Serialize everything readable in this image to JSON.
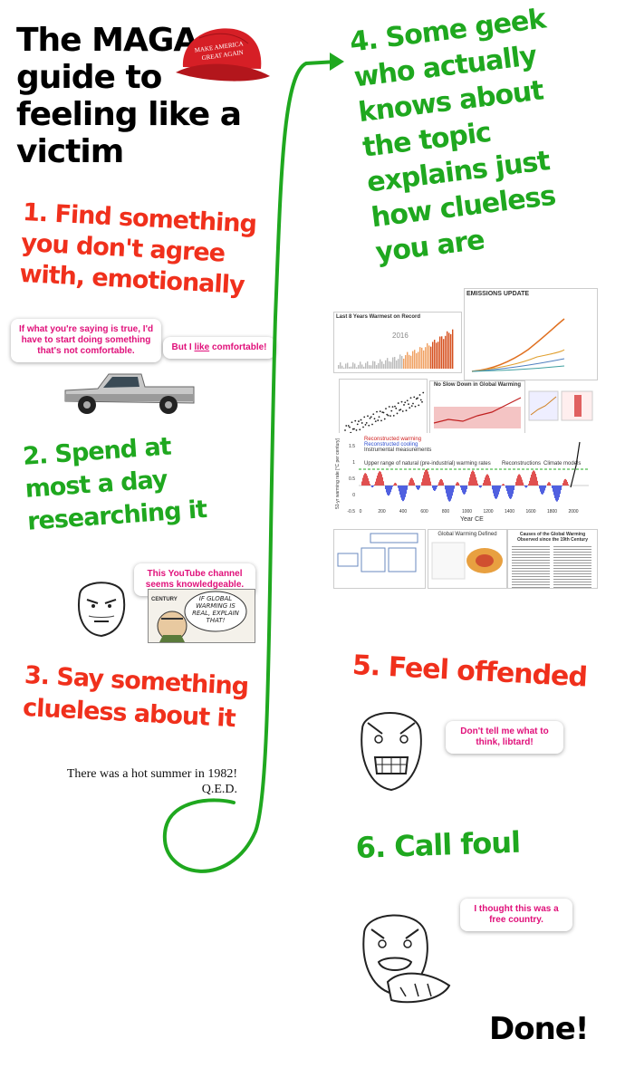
{
  "title": {
    "lines": [
      "The MAGA",
      "guide to",
      "feeling like a",
      "victim"
    ],
    "hat_text": [
      "MAKE AMERICA",
      "GREAT AGAIN"
    ]
  },
  "steps": {
    "s1": {
      "lines": [
        "1. Find something",
        "you don't agree",
        "with, emotionally"
      ]
    },
    "s2": {
      "lines": [
        "2. Spend at",
        "most a day",
        "researching it"
      ]
    },
    "s3": {
      "lines": [
        "3. Say something",
        "clueless about it"
      ]
    },
    "s4": {
      "lines": [
        "4. Some geek",
        "who actually",
        "knows about",
        "the topic",
        "explains just",
        "how clueless",
        "you are"
      ]
    },
    "s5": {
      "lines": [
        "5. Feel offended"
      ]
    },
    "s6": {
      "lines": [
        "6. Call foul"
      ]
    }
  },
  "bubbles": {
    "b1": "If what you're saying is true, I'd have to start doing something that's not comfortable.",
    "b2_pre": "But I ",
    "b2_u": "like",
    "b2_post": " comfortable!",
    "b3": "This YouTube channel seems knowledgeable.",
    "b4": "Don't tell me what to think, libtard!",
    "b5": "I thought this was a free country."
  },
  "cartoon": {
    "label": "CENTURY",
    "speech": "IF GLOBAL WARMING IS REAL, EXPLAIN THAT!"
  },
  "quote": {
    "line1": "There was a hot summer in 1982!",
    "line2": "Q.E.D."
  },
  "science": {
    "emissions_title": "EMISSIONS UPDATE",
    "temp_title": "Last 8 Years Warmest on Record",
    "temp_year": "2016",
    "noslow_title": "No Slow Down in Global Warming",
    "gw_defined": "Global Warming Defined",
    "legend": [
      "Reconstructed warming",
      "Reconstructed cooling",
      "Instrumental measurements"
    ],
    "range_label": "Upper range of natural (pre-industrial) warming rates",
    "legend2": [
      "Reconstructions",
      "Climate models"
    ],
    "xlabel": "Year CE",
    "ylabel": "51-yr warming rate [°C per century]",
    "xticks": [
      "0",
      "200",
      "400",
      "600",
      "800",
      "1000",
      "1200",
      "1400",
      "1600",
      "1800",
      "2000"
    ],
    "yticks": [
      "1.5",
      "1",
      "0.5",
      "0",
      "-0.5"
    ],
    "paper_title": "Causes of the Global Warming Observed since the 19th Century"
  },
  "done": "Done!",
  "colors": {
    "red": "#f0301c",
    "green": "#1fa81f",
    "pink": "#e0107a"
  }
}
